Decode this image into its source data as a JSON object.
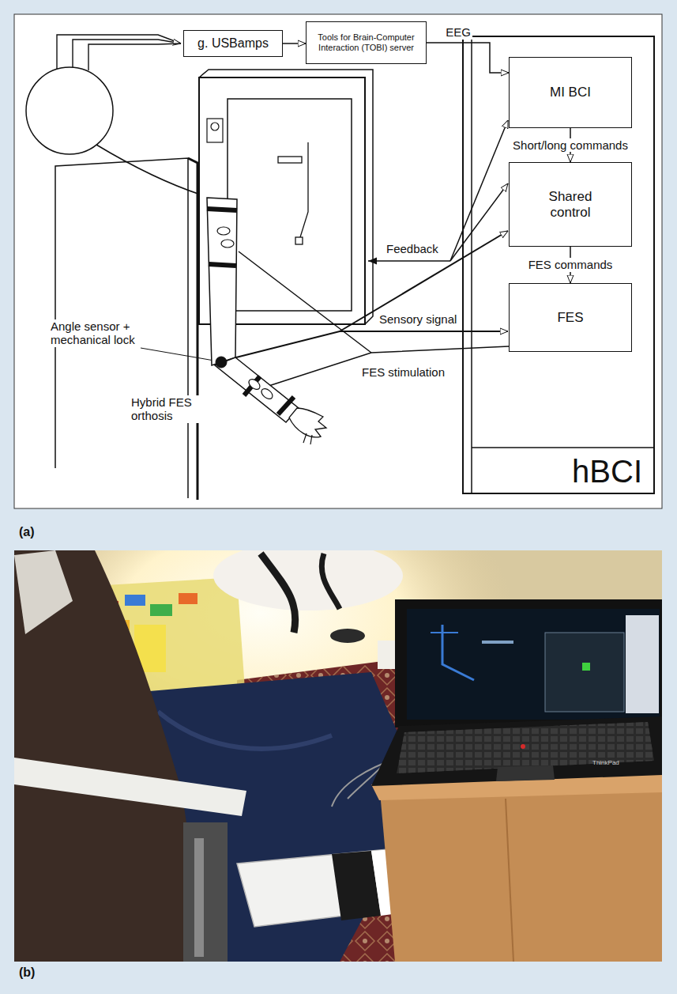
{
  "diagram": {
    "nodes": [
      {
        "text": [
          "g. USBamps"
        ]
      },
      {
        "text": [
          "Tools for Brain-Computer Interaction (TOBI) server"
        ]
      },
      {
        "text": [
          "hBCI"
        ]
      },
      {
        "text": [
          "MI BCI"
        ],
        "in": 2
      },
      {
        "text": [
          "Shared control"
        ],
        "in": 2
      },
      {
        "text": [
          "FES"
        ],
        "in": 2
      }
    ],
    "edges": [
      {
        "from": 0,
        "to": 1,
        "arrow": "to"
      },
      {
        "from": 1,
        "to": 3,
        "label": "EEG",
        "arrow": "to"
      },
      {
        "from": 3,
        "to": 4,
        "label": "Short/long commands",
        "arrow": "to"
      },
      {
        "from": 4,
        "to": 5,
        "label": "FES commands",
        "arrow": "to"
      }
    ],
    "labels": [
      "Feedback",
      "Sensory signal",
      "Angle sensor + mechanical lock",
      "FES stimulation",
      "Hybrid FES orthosis",
      "(a)",
      "(b)",
      "ThinkPad"
    ]
  }
}
